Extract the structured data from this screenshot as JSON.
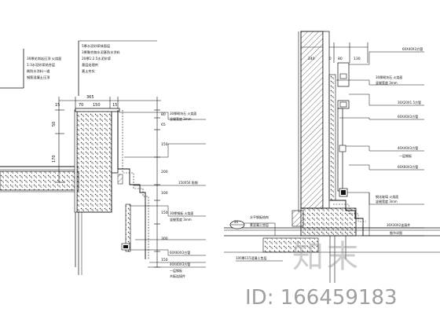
{
  "watermark": {
    "logo_text": "知末",
    "id_text": "ID: 166459183"
  },
  "left_detail": {
    "notes": [
      "30厚花岗岩压顶 火烧面",
      "1:3水泥砂浆结合层",
      "刷防水涂料一道",
      "钢筋混凝土压顶",
      "5厚水泥砂浆抹面层",
      "3厚聚合物水泥基防水涂料",
      "20厚1:2.5水泥砂浆",
      "基层处理剂",
      "素土夯实"
    ],
    "dims_top": [
      "365",
      "15",
      "70",
      "150",
      "15"
    ],
    "dims_left": [
      "50",
      "170"
    ],
    "dims_right": [
      "80",
      "65",
      "150",
      "200",
      "100",
      "150",
      "300",
      "150"
    ],
    "leaders": [
      "30厚砌块石 火烧面",
      "竖缝宽度 3mm",
      "150X50 角钢",
      "30厚钢板 火烧面",
      "竖缝宽度 3mm",
      "60X60X3方管",
      "40X40X3方管",
      "一层钢板",
      "木板连接件"
    ]
  },
  "right_detail": {
    "dims_top": [
      "240",
      "130",
      "80",
      "130"
    ],
    "leaders": [
      "60X40X3方管",
      "30厚砌块石 火烧面",
      "竖缝宽度 3mm",
      "30X20X1.5方管",
      "60X40X3方管",
      "40X40X3方管",
      "一层钢板",
      "60X60X3方管",
      "钢化玻璃 火烧面",
      "竖缝宽度 3mm",
      "30X30X2连接件",
      "细节详图"
    ],
    "section_tag": "2a",
    "bottom_notes": [
      "水平钢板结构",
      "素混凝土垫层",
      "100厚C15混凝土垫层"
    ]
  }
}
